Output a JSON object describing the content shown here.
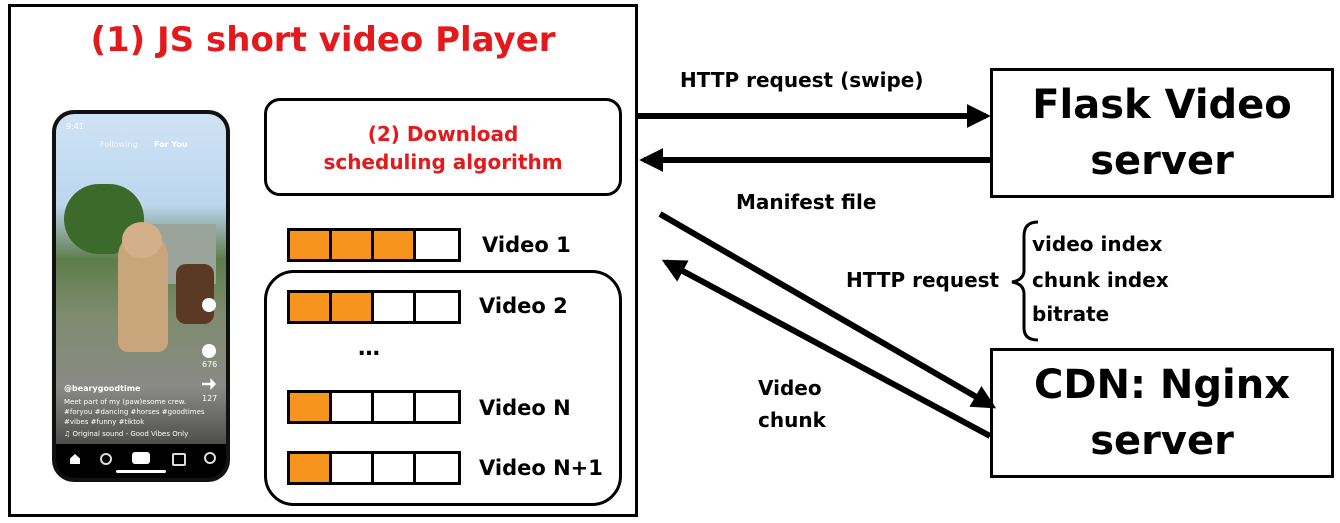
{
  "player": {
    "title": "(1) JS short video Player"
  },
  "scheduler": {
    "line1": "(2) Download",
    "line2": "scheduling algorithm"
  },
  "videos": [
    {
      "label": "Video 1",
      "filled": 3,
      "total": 4
    },
    {
      "label": "Video 2",
      "filled": 2,
      "total": 4
    },
    {
      "label": "Video N",
      "filled": 1,
      "total": 4
    },
    {
      "label": "Video N+1",
      "filled": 1,
      "total": 4
    }
  ],
  "ellipsis": "…",
  "flask": {
    "line1": "Flask Video",
    "line2": "server"
  },
  "cdn": {
    "line1": "CDN: Nginx",
    "line2": "server"
  },
  "arrows": {
    "http_swipe": "HTTP request (swipe)",
    "manifest": "Manifest file",
    "http_request": "HTTP request",
    "request_fields": [
      "video index",
      "chunk index",
      "bitrate"
    ],
    "video_chunk_1": "Video",
    "video_chunk_2": "chunk"
  },
  "phone": {
    "time": "9:41",
    "tab_following": "Following",
    "tab_for_you": "For You",
    "username": "@bearygoodtime",
    "caption_1": "Meet part of my (paw)esome crew.",
    "caption_2": "#foryou #dancing #horses #goodtimes",
    "caption_3": "#vibes #funny #tiktok",
    "sound": "♫ Original sound - Good Vibes Only",
    "likes": "676",
    "shares": "127"
  },
  "colors": {
    "accent_red": "#e3191c",
    "chunk_orange": "#f7941d"
  }
}
